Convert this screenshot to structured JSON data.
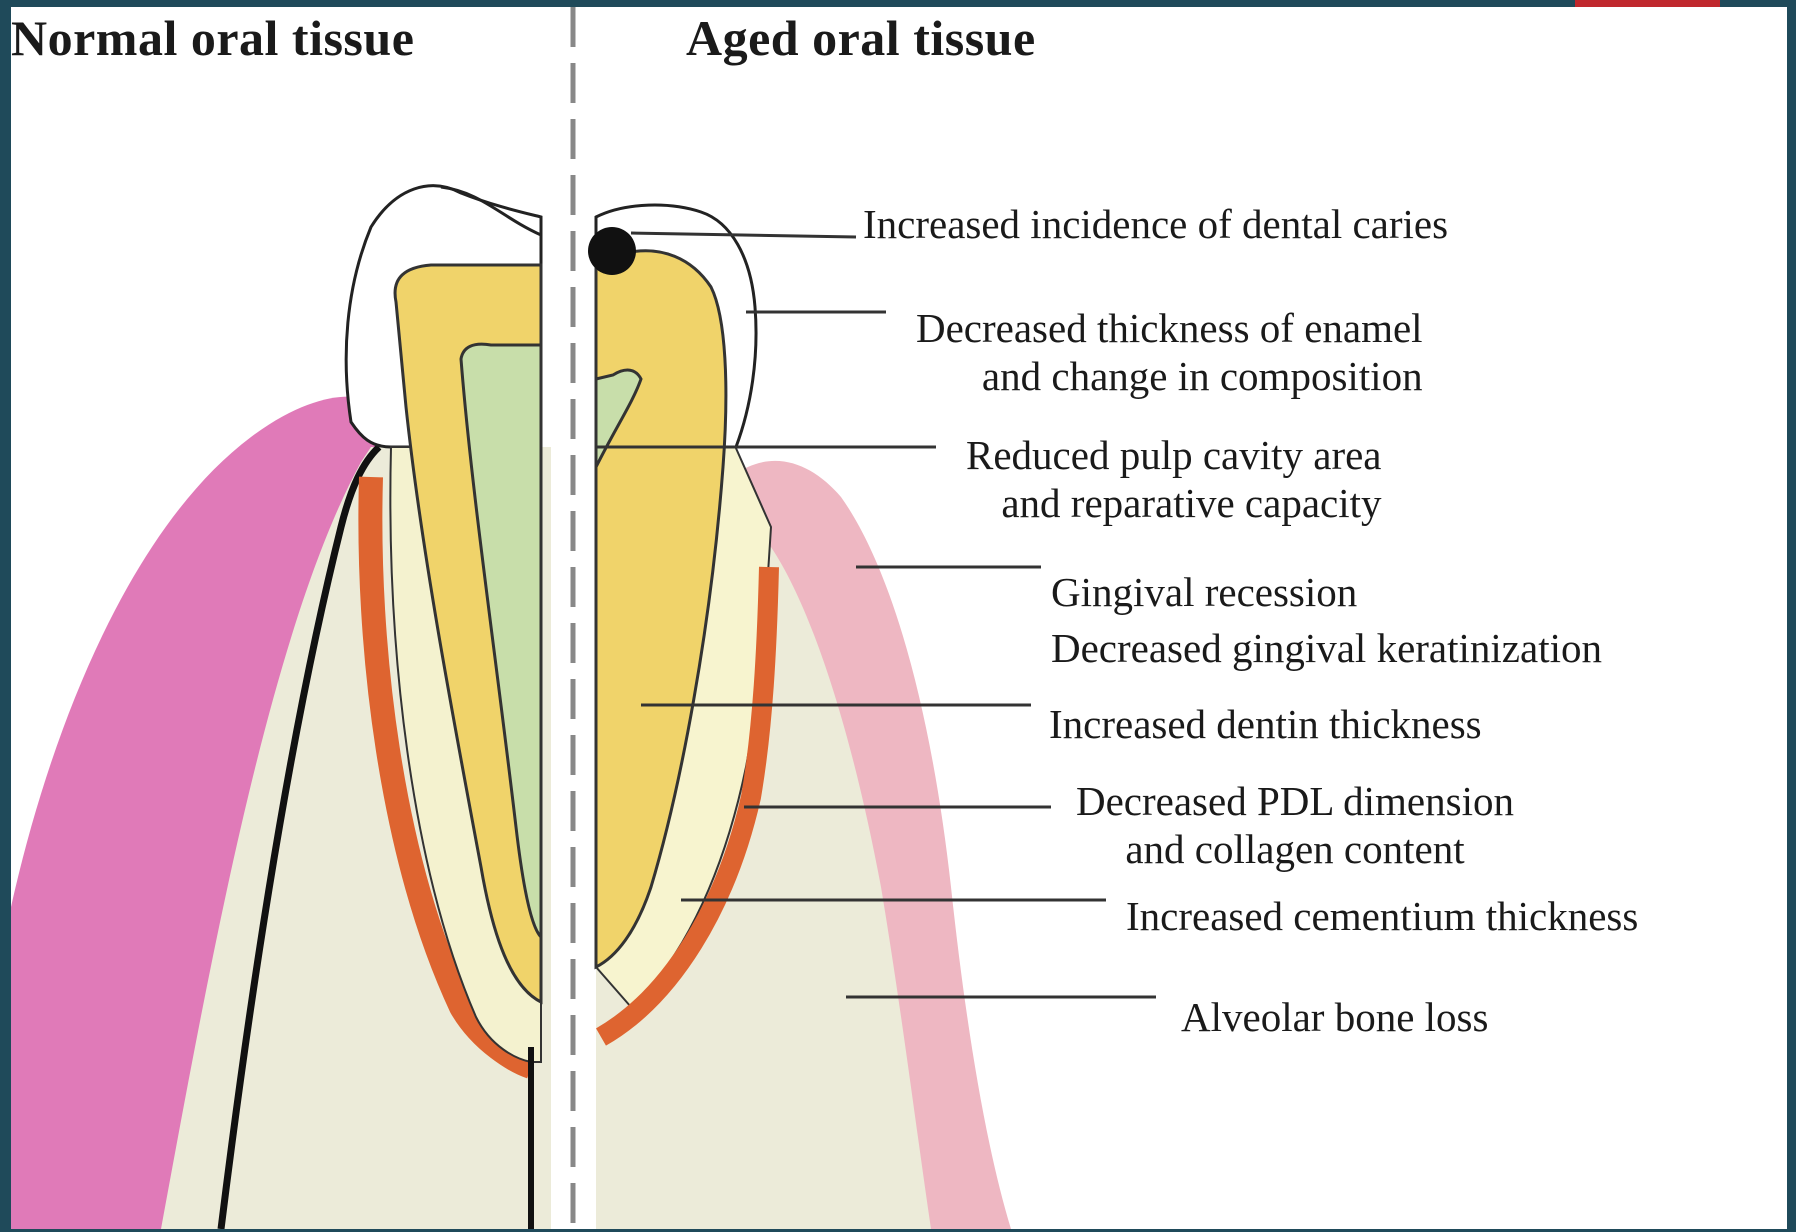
{
  "headings": {
    "left": "Normal oral tissue",
    "right": "Aged oral tissue"
  },
  "callouts": [
    {
      "lines": [
        "Increased incidence of dental caries"
      ]
    },
    {
      "lines": [
        "Decreased thickness of enamel",
        "and change in composition"
      ]
    },
    {
      "lines": [
        "Reduced pulp cavity area",
        "and reparative capacity"
      ]
    },
    {
      "lines": [
        "Gingival recession",
        "Decreased gingival keratinization"
      ]
    },
    {
      "lines": [
        "Increased dentin thickness"
      ]
    },
    {
      "lines": [
        "Decreased PDL dimension",
        "and collagen content"
      ]
    },
    {
      "lines": [
        "Increased cementium thickness"
      ]
    },
    {
      "lines": [
        "Alveolar bone loss"
      ]
    }
  ],
  "colors": {
    "frame": "#1f4a5a",
    "accent_tab": "#c0282d",
    "gingiva_normal": "#e07ab8",
    "gingiva_aged": "#eeb7c2",
    "dentin": "#f0d36a",
    "pulp": "#c8deaa",
    "bone": "#ecebd9",
    "pdl": "#de6430",
    "caries": "#111111"
  }
}
